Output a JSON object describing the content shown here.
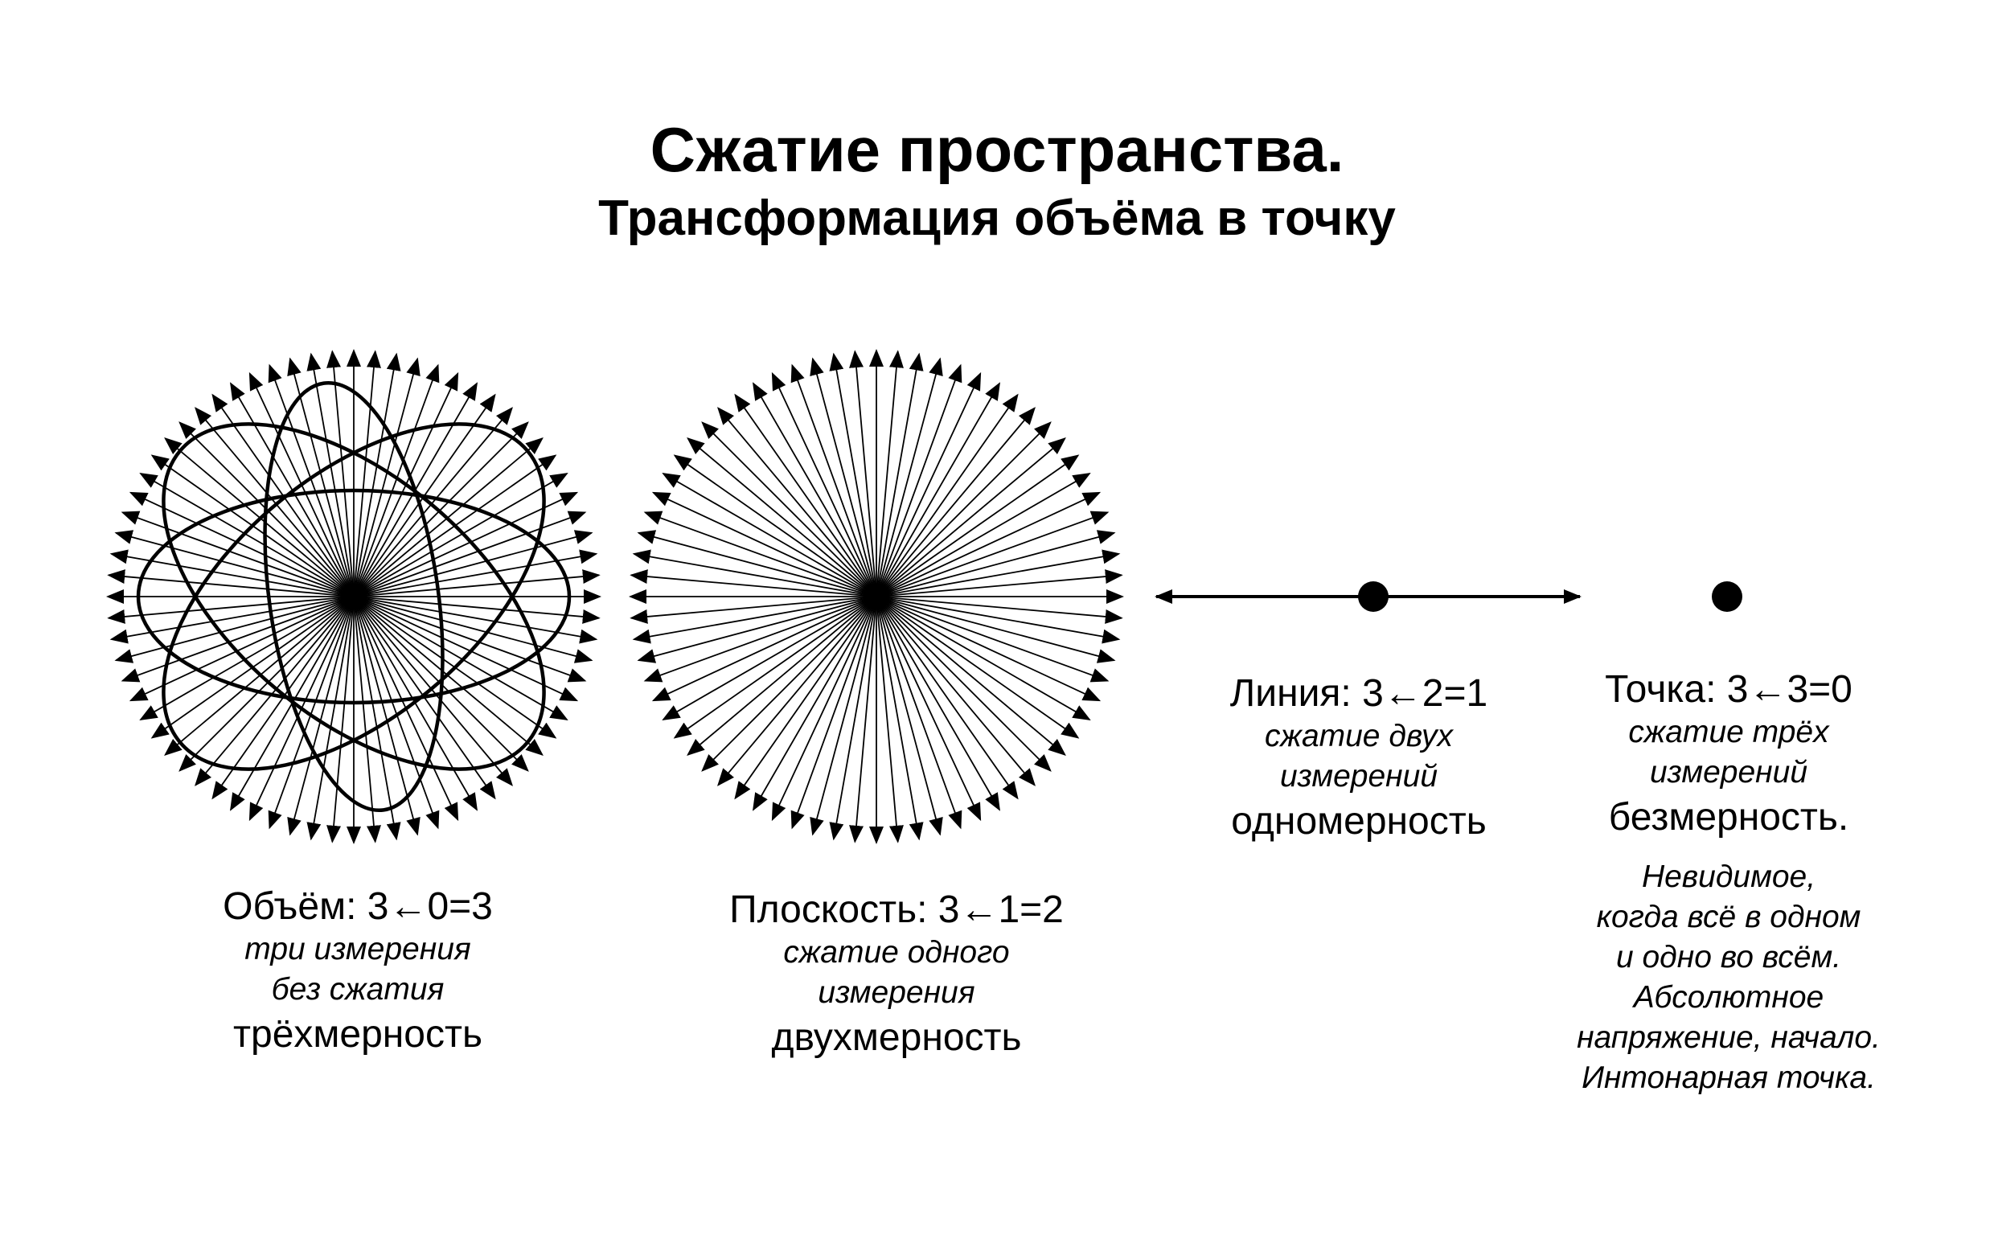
{
  "title": "Сжатие пространства.",
  "subtitle": "Трансформация объёма в точку",
  "stages": [
    {
      "formula": "Объём: 3←0=3",
      "description": "три измерения\nбез сжатия",
      "dimension": "трёхмерность"
    },
    {
      "formula": "Плоскость: 3←1=2",
      "description": "сжатие одного\nизмерения",
      "dimension": "двухмерность"
    },
    {
      "formula": "Линия: 3←2=1",
      "description": "сжатие двух\nизмерений",
      "dimension": "одномерность"
    },
    {
      "formula": "Точка: 3←3=0",
      "description": "сжатие трёх\nизмерений",
      "dimension": "безмерность.",
      "note": "Невидимое,\nкогда всё в одном\nи одно во всём.\nАбсолютное\nнапряжение, начало.\nИнтонарная точка."
    }
  ]
}
